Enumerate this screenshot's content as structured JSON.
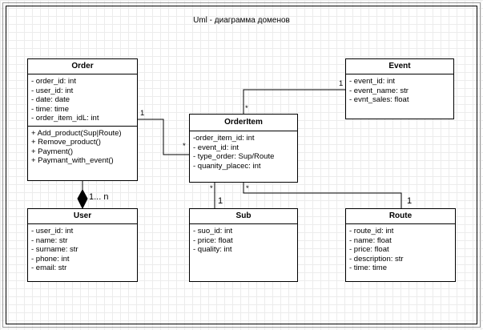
{
  "title": "Uml - диаграмма доменов",
  "classes": {
    "order": {
      "name": "Order",
      "attributes": [
        "- order_id: int",
        "- user_id: int",
        "- date: date",
        "- time: time",
        "- order_item_idL: int"
      ],
      "methods": [
        "+ Add_product(Sup|Route)",
        "+ Remove_product()",
        "+ Payment()",
        "+ Paymant_with_event()"
      ]
    },
    "event": {
      "name": "Event",
      "attributes": [
        "- event_id: int",
        "- event_name: str",
        "- evnt_sales: float"
      ]
    },
    "orderitem": {
      "name": "OrderItem",
      "attributes": [
        "-order_item_id: int",
        "- event_id: int",
        "- type_order: Sup/Route",
        "- quanity_placec: int"
      ]
    },
    "user": {
      "name": "User",
      "attributes": [
        "- user_id: int",
        "- name: str",
        "- surname: str",
        "- phone: int",
        "- email: str"
      ]
    },
    "sub": {
      "name": "Sub",
      "attributes": [
        "- suo_id: int",
        "- price: float",
        "- quality: int"
      ]
    },
    "route": {
      "name": "Route",
      "attributes": [
        "- route_id: int",
        "- name: float",
        "- price: float",
        "- description: str",
        "- time: time"
      ]
    }
  },
  "multiplicities": {
    "order_orderitem_order": "1",
    "order_orderitem_item": "*",
    "event_orderitem_event": "1",
    "event_orderitem_item": "*",
    "order_user": "1... n",
    "orderitem_sub_item": "*",
    "orderitem_sub_sub": "1",
    "orderitem_route_item": "*",
    "orderitem_route_route": "1"
  }
}
